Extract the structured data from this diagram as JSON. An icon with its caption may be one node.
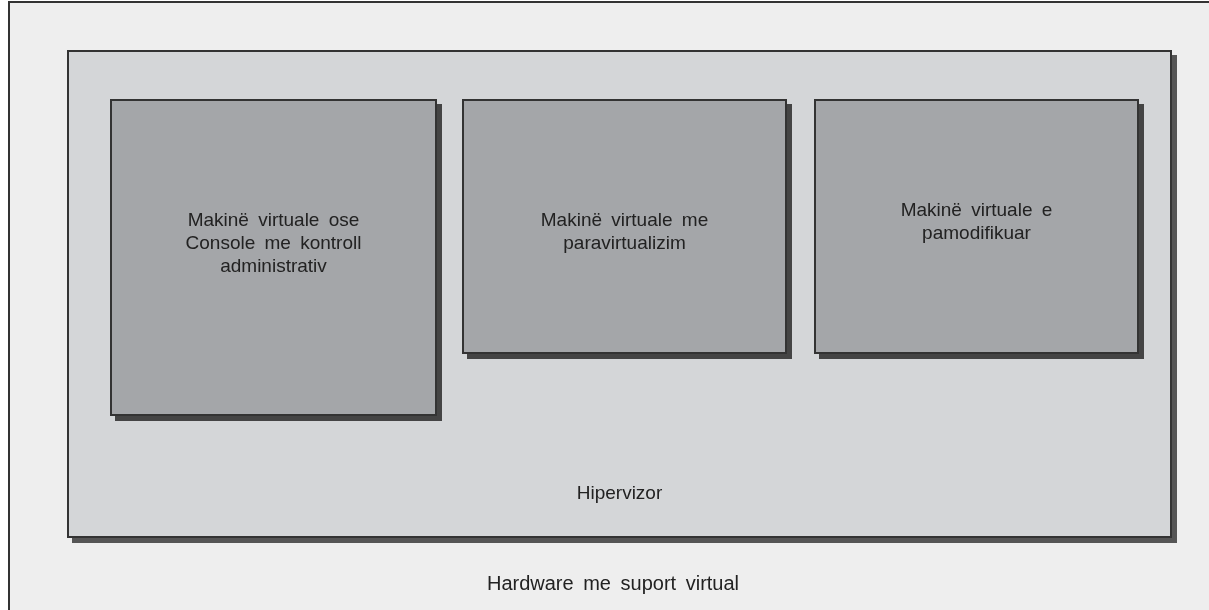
{
  "diagram": {
    "nodes": [
      {
        "text": [
          "Hardware me suport virtual"
        ]
      },
      {
        "text": [
          "Hipervizor"
        ],
        "in": 0
      },
      {
        "text": [
          "Makinë virtuale ose Console me kontroll administrativ"
        ],
        "in": 1
      },
      {
        "text": [
          "Makinë virtuale me paravirtualizim"
        ],
        "in": 1
      },
      {
        "text": [
          "Makinë virtuale e pamodifikuar"
        ],
        "in": 1
      }
    ]
  }
}
